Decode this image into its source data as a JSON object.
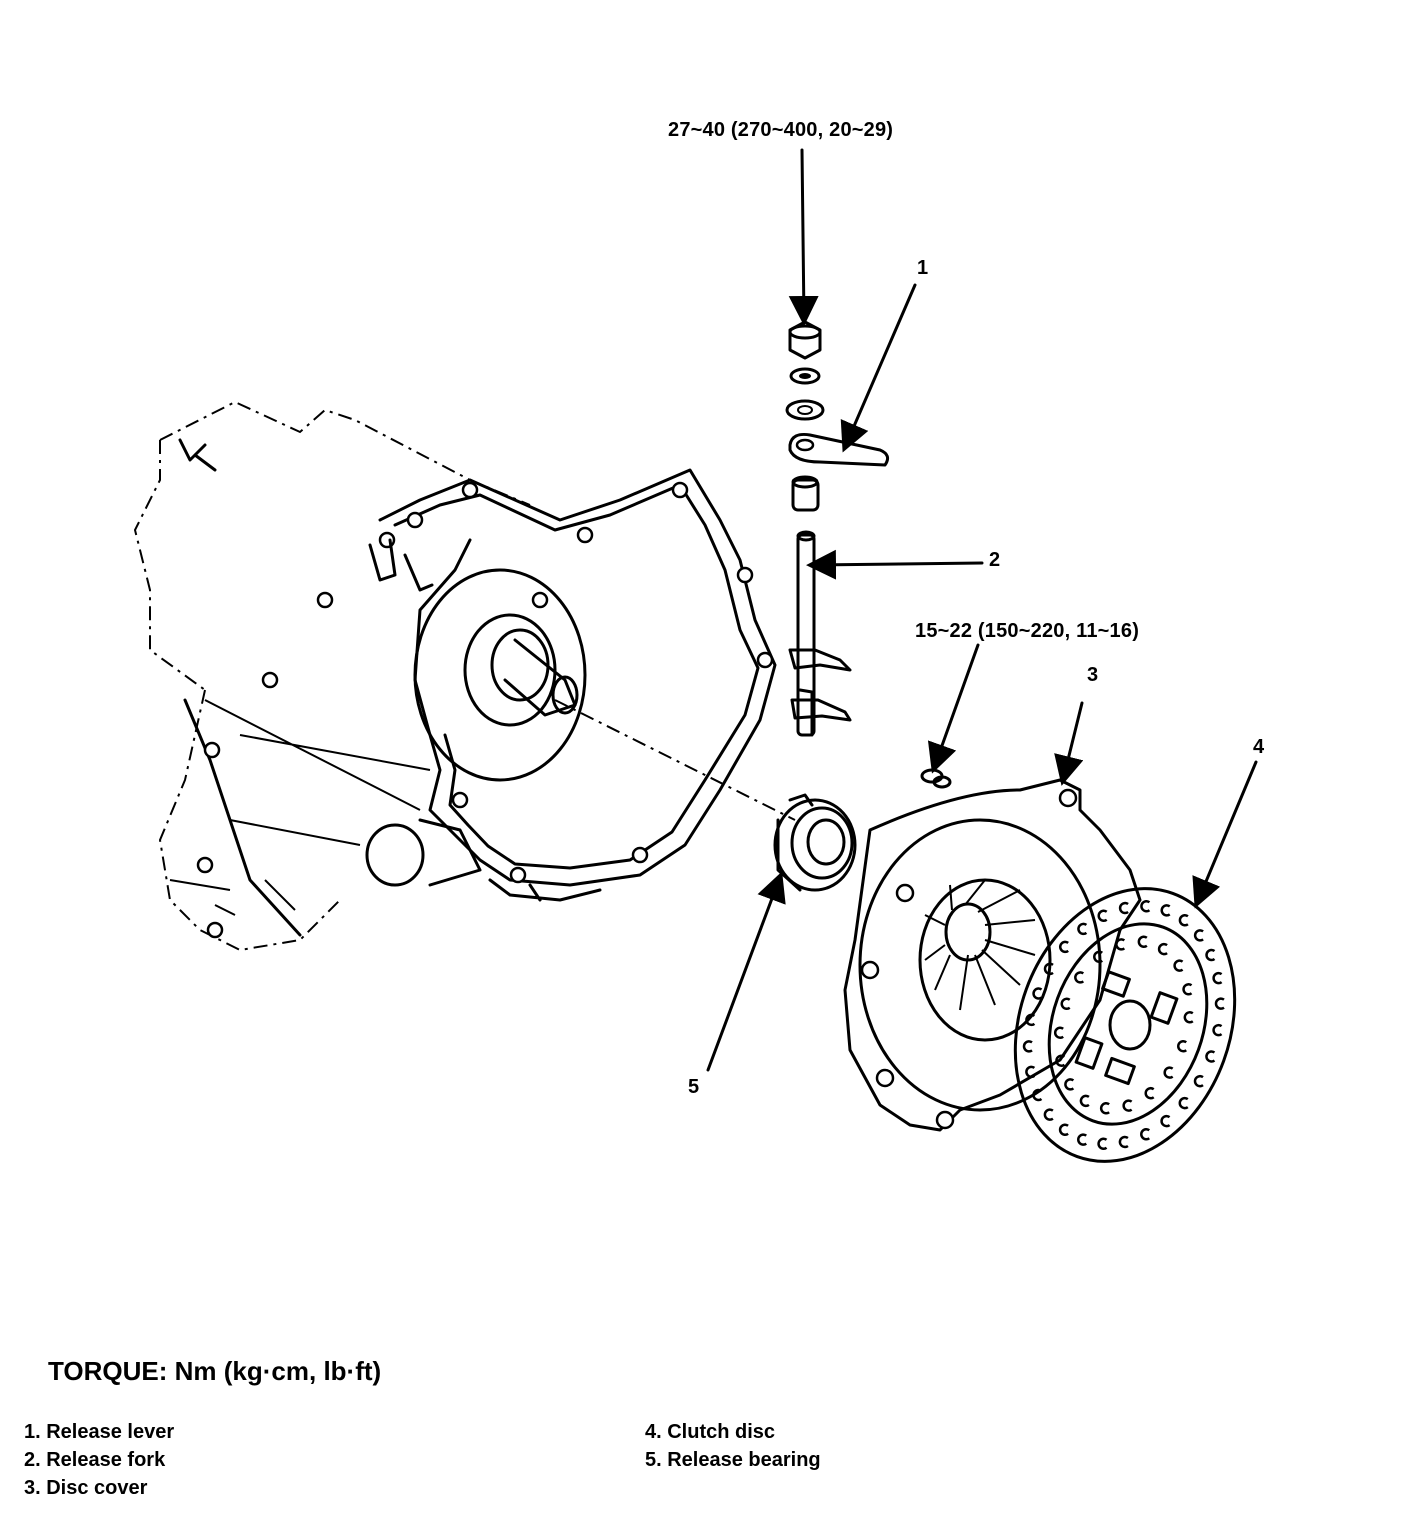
{
  "callouts": {
    "c1": "1",
    "c2": "2",
    "c3": "3",
    "c4": "4",
    "c5": "5"
  },
  "torque_specs": {
    "upper": "27~40  (270~400,  20~29)",
    "lower": "15~22  (150~220,  11~16)"
  },
  "torque_title": "TORQUE:  Nm  (kg·cm,  lb·ft)",
  "legend": {
    "i1": "1.  Release lever",
    "i2": "2.  Release fork",
    "i3": "3.  Disc cover",
    "i4": "4.  Clutch disc",
    "i5": "5.  Release bearing"
  }
}
